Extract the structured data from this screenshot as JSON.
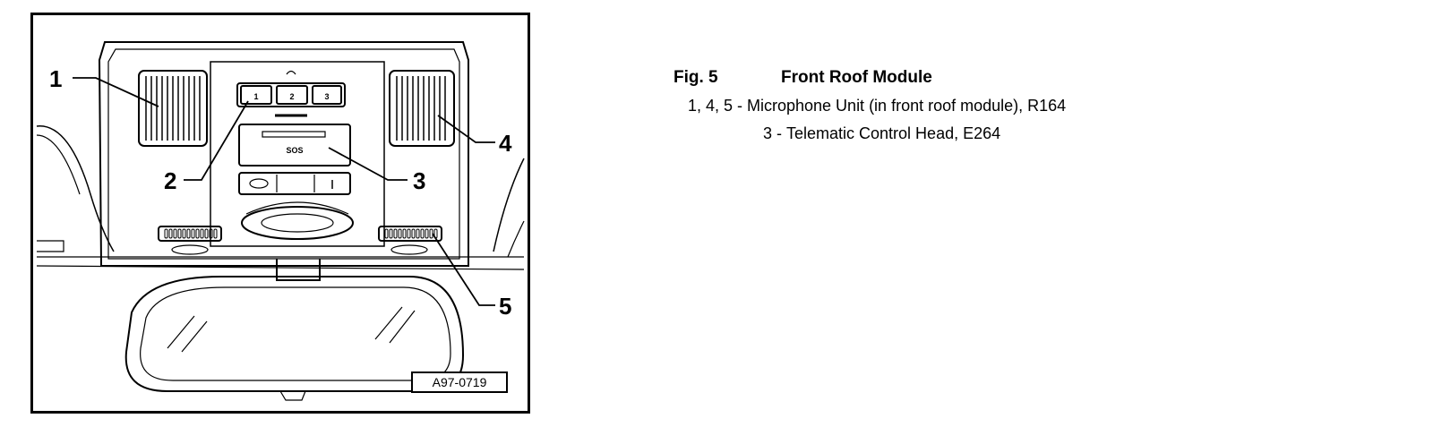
{
  "figure": {
    "callouts": [
      "1",
      "2",
      "3",
      "4",
      "5"
    ],
    "button_labels": [
      "1",
      "2",
      "3"
    ],
    "display_label": "SOS",
    "figure_id": "A97-0719"
  },
  "caption": {
    "figure_number": "Fig. 5",
    "title": "Front Roof Module",
    "legend": [
      {
        "numbers": "1, 4, 5",
        "text": "Microphone Unit (in front roof module), R164"
      },
      {
        "numbers": "3",
        "text": "Telematic Control Head, E264"
      }
    ]
  }
}
